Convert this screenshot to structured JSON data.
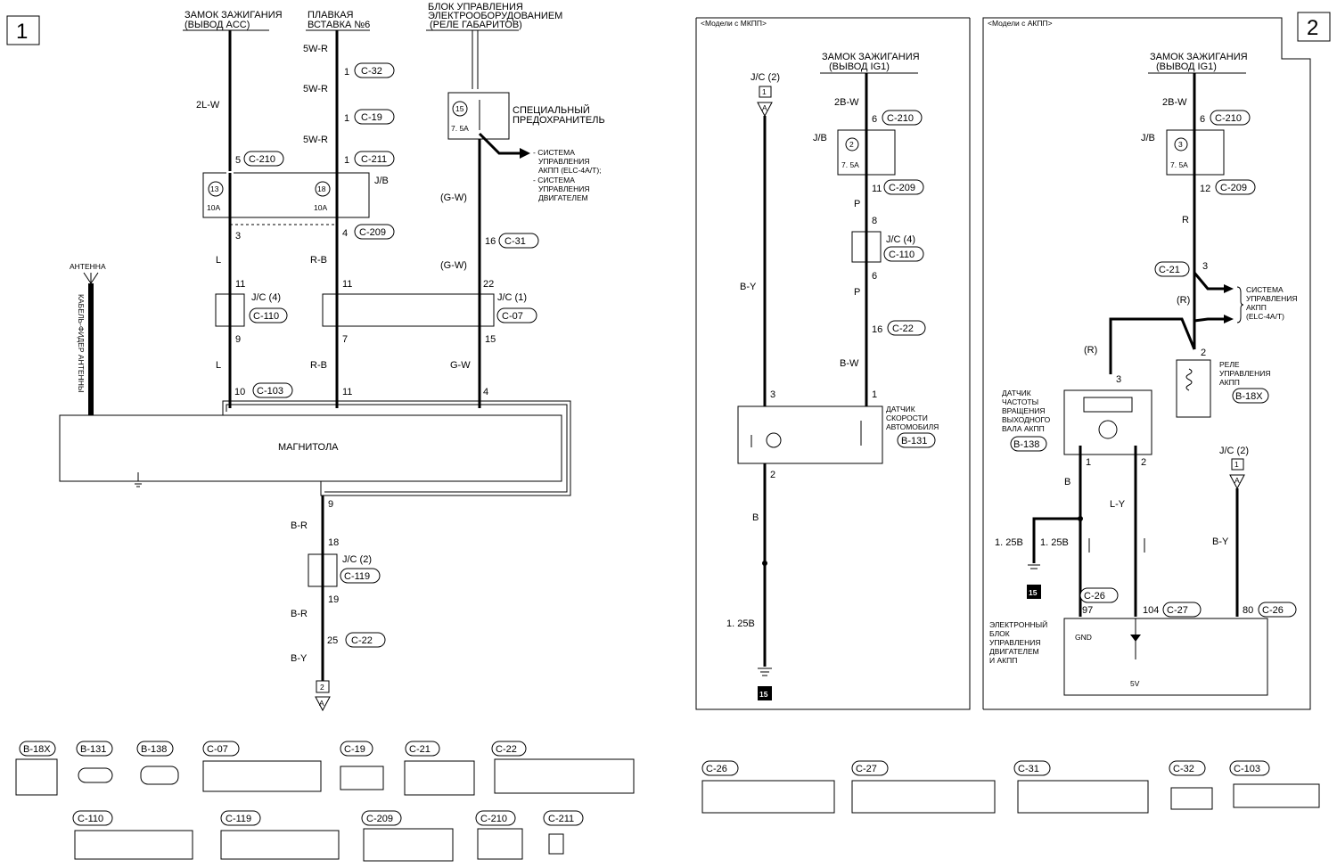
{
  "pages": {
    "p1": "1",
    "p2": "2"
  },
  "left": {
    "src_ign": [
      "ЗАМОК ЗАЖИГАНИЯ",
      "(ВЫВОД ACC)"
    ],
    "src_fuse": [
      "ПЛАВКАЯ",
      "ВСТАВКА №6"
    ],
    "src_ecu": [
      "БЛОК УПРАВЛЕНИЯ",
      "ЭЛЕКТРООБОРУДОВАНИЕМ",
      "(РЕЛЕ ГАБАРИТОВ)"
    ],
    "antenna": "АНТЕННА",
    "cable": "КАБЕЛЬ-ФИДЕР АНТЕННЫ",
    "special_fuse": [
      "СПЕЦИАЛЬНЫЙ",
      "ПРЕДОХРАНИТЕЛЬ"
    ],
    "arrow_sys": [
      "- СИСТЕМА",
      "УПРАВЛЕНИЯ",
      "АКПП (ELC-4A/T);",
      "- СИСТЕМА",
      "УПРАВЛЕНИЯ",
      "ДВИГАТЕЛЕМ"
    ],
    "radio": "МАГНИТОЛА",
    "jb": "J/B",
    "jc4": "J/C (4)",
    "jc1": "J/C (1)",
    "jc2": "J/C (2)",
    "fuse13": "13",
    "fuse18": "18",
    "fuse15": "15",
    "amp10a": "10A",
    "amp75a": "7. 5A",
    "wires": {
      "w1": "2L-W",
      "w2": "5W-R",
      "w3": "5W-R",
      "w4": "5W-R",
      "w5": "L",
      "w6": "R-B",
      "w7": "(G-W)",
      "w8": "(G-W)",
      "w9": "L",
      "w10": "R-B",
      "w11": "G-W",
      "w12": "B-R",
      "w13": "B-R",
      "w14": "B-Y"
    },
    "pins": {
      "p1": "1",
      "p2": "1",
      "p3": "5",
      "p4": "1",
      "p5": "3",
      "p6": "4",
      "p7": "16",
      "p8": "11",
      "p9": "11",
      "p10": "22",
      "p11": "9",
      "p12": "7",
      "p13": "15",
      "p14": "10",
      "p15": "11",
      "p16": "4",
      "p17": "9",
      "p18": "18",
      "p19": "19",
      "p20": "25",
      "ref2": "2",
      "refA": "A"
    },
    "conns": {
      "c1": "C-32",
      "c2": "C-19",
      "c3": "C-210",
      "c4": "C-211",
      "c5": "C-209",
      "c6": "C-31",
      "c7": "C-110",
      "c8": "C-07",
      "c9": "C-103",
      "c10": "C-119",
      "c11": "C-22"
    }
  },
  "mkpp": {
    "header": "<Модели с МКПП>",
    "src": [
      "ЗАМОК ЗАЖИГАНИЯ",
      "(ВЫВОД IG1)"
    ],
    "jc2": "J/C (2)",
    "jb": "J/B",
    "jc4": "J/C (4)",
    "fuse2": "2",
    "amp": "7. 5A",
    "sensor": [
      "ДАТЧИК",
      "СКОРОСТИ",
      "АВТОМОБИЛЯ"
    ],
    "ref1": "1",
    "refA": "A",
    "gnd15": "15",
    "wires": {
      "w1": "2B-W",
      "w2": "P",
      "w3": "P",
      "w4": "B-W",
      "w5": "B-Y",
      "w6": "B",
      "w7": "1. 25B"
    },
    "pins": {
      "p1": "6",
      "p2": "11",
      "p3": "8",
      "p4": "6",
      "p5": "16",
      "p6": "3",
      "p7": "1",
      "p8": "2"
    },
    "conns": {
      "c1": "C-210",
      "c2": "C-209",
      "c3": "C-110",
      "c4": "C-22",
      "c5": "B-131"
    }
  },
  "akpp": {
    "header": "<Модели с АКПП>",
    "src": [
      "ЗАМОК ЗАЖИГАНИЯ",
      "(ВЫВОД IG1)"
    ],
    "jb": "J/B",
    "fuse3": "3",
    "amp": "7. 5A",
    "sys": [
      "СИСТЕМА",
      "УПРАВЛЕНИЯ",
      "АКПП",
      "(ELC-4A/T)"
    ],
    "relay": [
      "РЕЛЕ",
      "УПРАВЛЕНИЯ",
      "АКПП"
    ],
    "sensor": [
      "ДАТЧИК",
      "ЧАСТОТЫ",
      "ВРАЩЕНИЯ",
      "ВЫХОДНОГО",
      "ВАЛА АКПП"
    ],
    "ecu": [
      "ЭЛЕКТРОННЫЙ",
      "БЛОК",
      "УПРАВЛЕНИЯ",
      "ДВИГАТЕЛЕМ",
      "И АКПП"
    ],
    "jc2": "J/C (2)",
    "ref1": "1",
    "refA": "A",
    "gnd15": "15",
    "gnd": "GND",
    "v5": "5V",
    "wires": {
      "w1": "2B-W",
      "w2": "R",
      "w3": "(R)",
      "w4": "(R)",
      "w5": "B",
      "w6": "L-Y",
      "w7": "1. 25B",
      "w8": "1. 25B",
      "w9": "B-Y"
    },
    "pins": {
      "p1": "6",
      "p2": "12",
      "p3": "3",
      "p4": "2",
      "p5": "3",
      "p6": "1",
      "p7": "2",
      "p8": "97",
      "p9": "104",
      "p10": "80"
    },
    "conns": {
      "c1": "C-210",
      "c2": "C-209",
      "c3": "C-21",
      "c4": "B-18X",
      "c5": "B-138",
      "c6": "C-26",
      "c7": "C-27",
      "c8": "C-26"
    }
  },
  "bottom": {
    "b18x": "B-18X",
    "b131": "B-131",
    "b138": "B-138",
    "c07": "C-07",
    "c19": "C-19",
    "c21": "C-21",
    "c22": "C-22",
    "c110": "C-110",
    "c119": "C-119",
    "c209": "C-209",
    "c210": "C-210",
    "c211": "C-211",
    "c26": "C-26",
    "c27": "C-27",
    "c31": "C-31",
    "c32": "C-32",
    "c103": "C-103"
  }
}
